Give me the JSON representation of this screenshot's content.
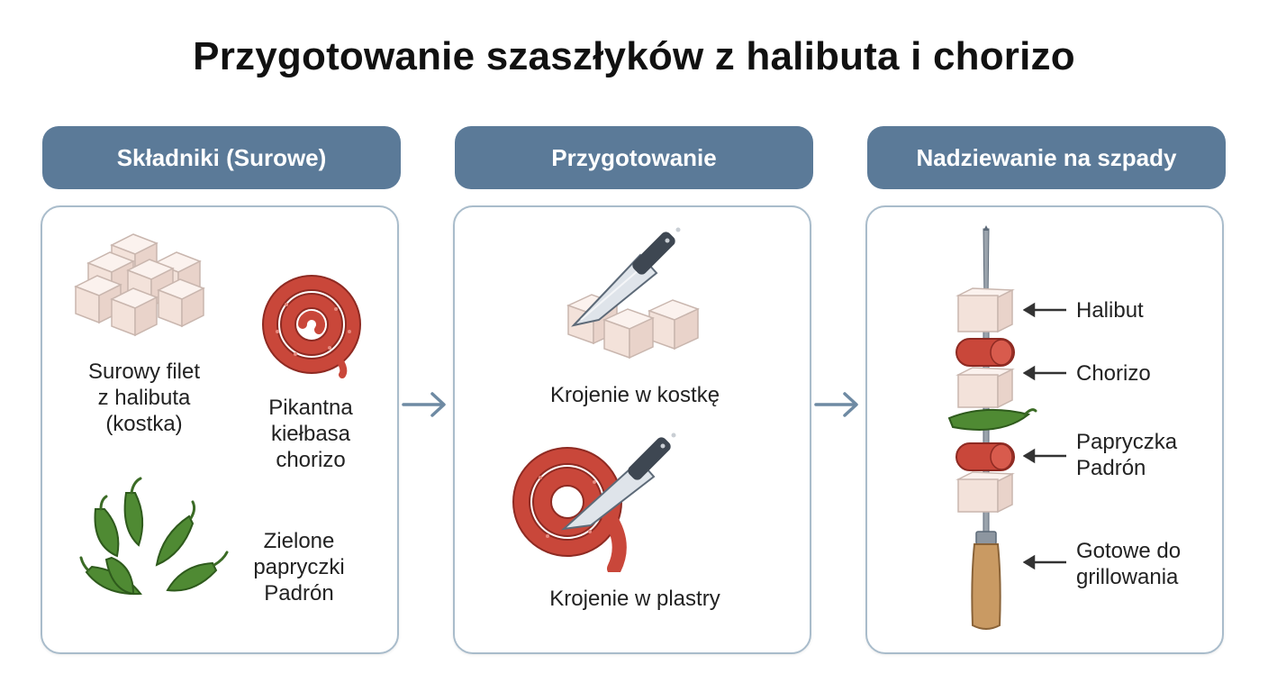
{
  "title": "Przygotowanie szaszłyków z halibuta i chorizo",
  "columns": [
    {
      "header": "Składniki (Surowe)",
      "items": [
        {
          "icon": "halibut-cubes-icon",
          "lines": [
            "Surowy filet",
            "z halibuta",
            "(kostka)"
          ]
        },
        {
          "icon": "chorizo-sausage-icon",
          "lines": [
            "Pikantna",
            "kiełbasa",
            "chorizo"
          ]
        },
        {
          "icon": "padron-peppers-icon",
          "lines": [
            "Zielone",
            "papryczki",
            "Padrón"
          ]
        }
      ]
    },
    {
      "header": "Przygotowanie",
      "items": [
        {
          "icon": "knife-cubes-icon",
          "lines": [
            "Krojenie w kostkę"
          ]
        },
        {
          "icon": "knife-sausage-icon",
          "lines": [
            "Krojenie w plastry"
          ]
        }
      ]
    },
    {
      "header": "Nadziewanie na szpady",
      "items": [
        {
          "icon": "halibut-piece-icon",
          "lines": [
            "Halibut"
          ]
        },
        {
          "icon": "chorizo-slice-icon",
          "lines": [
            "Chorizo"
          ]
        },
        {
          "icon": "pepper-icon",
          "lines": [
            "Papryczka",
            "Padrón"
          ]
        },
        {
          "icon": "skewer-handle-icon",
          "lines": [
            "Gotowe do",
            "grillowania"
          ]
        }
      ]
    }
  ],
  "colors": {
    "header_bg": "#5b7a98",
    "box_border": "#a9bccb",
    "chorizo": "#c9473a",
    "pepper": "#4f8a33",
    "halibut": "#f7e9e2"
  }
}
